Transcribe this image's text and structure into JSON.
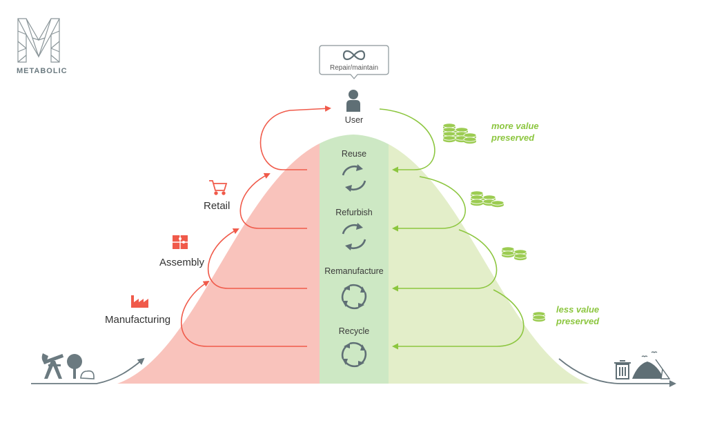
{
  "brand": {
    "name": "METABOLIC"
  },
  "top": {
    "bubble_label": "Repair/maintain",
    "user_label": "User"
  },
  "production_stages": {
    "retail": "Retail",
    "assembly": "Assembly",
    "manufacturing": "Manufacturing"
  },
  "loops": {
    "reuse": "Reuse",
    "refurbish": "Refurbish",
    "remanufacture": "Remanufacture",
    "recycle": "Recycle"
  },
  "value": {
    "more_line1": "more value",
    "more_line2": "preserved",
    "less_line1": "less value",
    "less_line2": "preserved"
  },
  "colors": {
    "red": "#f05a4a",
    "red_fill": "#f9c3bc",
    "green": "#8cc63f",
    "green_fill": "#e3eec9",
    "center_fill": "#cde8c4",
    "gray": "#6b7a80",
    "coin": "#9ccc52"
  },
  "icons": {
    "logo": "metabolic-m-logo",
    "bubble": "infinity-icon",
    "user": "person-icon",
    "retail": "shopping-cart-icon",
    "assembly": "puzzle-icon",
    "manufacturing": "factory-icon",
    "loops": "cycle-arrows-icon",
    "value": "coin-stack-icon",
    "resources": "oil-pump-tree-icon",
    "waste": "trash-landfill-icon"
  }
}
